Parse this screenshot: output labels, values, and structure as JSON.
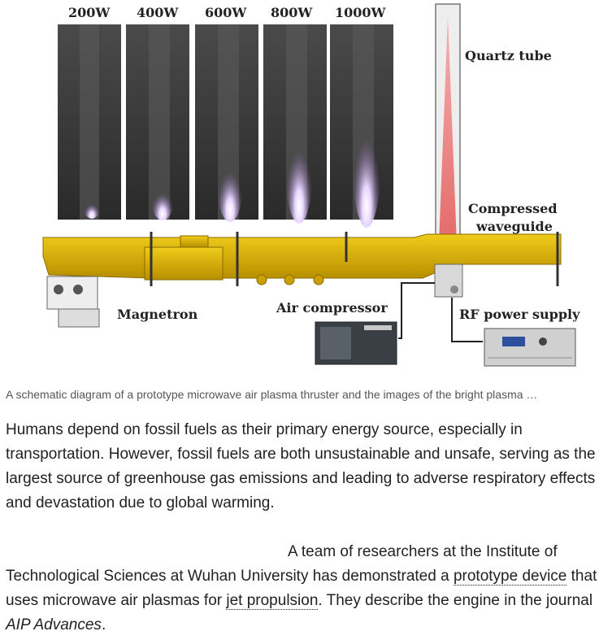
{
  "figure": {
    "power_labels": [
      "200W",
      "400W",
      "600W",
      "800W",
      "1000W"
    ],
    "labels": {
      "quartz_tube": "Quartz tube",
      "compressed_waveguide_1": "Compressed",
      "compressed_waveguide_2": "waveguide",
      "magnetron": "Magnetron",
      "air_compressor": "Air compressor",
      "rf_power_supply": "RF power supply"
    },
    "colors": {
      "waveguide": "#d9b100",
      "plasma": "#f08080"
    }
  },
  "caption": "A schematic diagram of a prototype microwave air plasma thruster and the images of the bright plasma …",
  "article": {
    "p1": "Humans depend on fossil fuels as their primary energy source, especially in transportation. However, fossil fuels are both unsustainable and unsafe, serving as the largest source of greenhouse gas emissions and leading to adverse respiratory effects and devastation due to global warming.",
    "p2_part1": "A team of researchers at the Institute of Technological Sciences at Wuhan University has demonstrated a ",
    "link1": "prototype device",
    "p2_part2": " that uses microwave air plasmas for ",
    "link2": "jet propulsion",
    "p2_part3": ". They describe the engine in the journal ",
    "journal": "AIP Advances",
    "p2_end": "."
  }
}
